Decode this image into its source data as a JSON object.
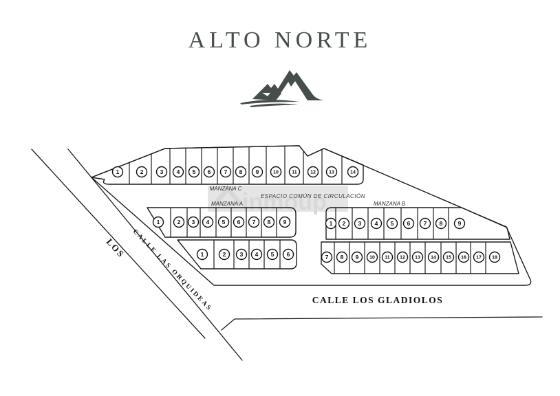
{
  "brand": {
    "title": "ALTO NORTE",
    "logo": "mountain-logo"
  },
  "watermark": {
    "text": "inmoup",
    "icon": "house-roof-icon",
    "color": "#bdbdbd"
  },
  "plan": {
    "space_label": "ESPACIO COMÚN DE CIRCULACIÓN",
    "streets": [
      {
        "id": "los",
        "name": "LOS"
      },
      {
        "id": "orquideas",
        "name": "CALLE  LAS  ORQUIDEAS"
      },
      {
        "id": "gladiolos",
        "name": "CALLE  LOS  GLADIOLOS"
      }
    ],
    "manzanas": [
      {
        "id": "C",
        "label": "MANZANA C",
        "rows": [
          {
            "lots": [
              "1",
              "2",
              "3",
              "4",
              "5",
              "6",
              "7",
              "8",
              "9",
              "10",
              "11",
              "12",
              "13",
              "14"
            ]
          }
        ]
      },
      {
        "id": "A",
        "label": "MANZANA A",
        "rows": [
          {
            "lots": [
              "1",
              "2",
              "3",
              "4",
              "5",
              "6",
              "7",
              "8",
              "9"
            ]
          },
          {
            "lots": [
              "1",
              "2",
              "3",
              "4",
              "5",
              "6"
            ]
          }
        ]
      },
      {
        "id": "B",
        "label": "MANZANA B",
        "rows": [
          {
            "lots": [
              "1",
              "2",
              "3",
              "4",
              "5",
              "6",
              "7",
              "8",
              "9"
            ]
          },
          {
            "lots": [
              "7",
              "8",
              "9",
              "10",
              "11",
              "12",
              "13",
              "14",
              "15",
              "16",
              "17",
              "18"
            ]
          }
        ]
      }
    ]
  },
  "colors": {
    "line": "#1c1c1c",
    "brand_gray": "#474d4c"
  }
}
